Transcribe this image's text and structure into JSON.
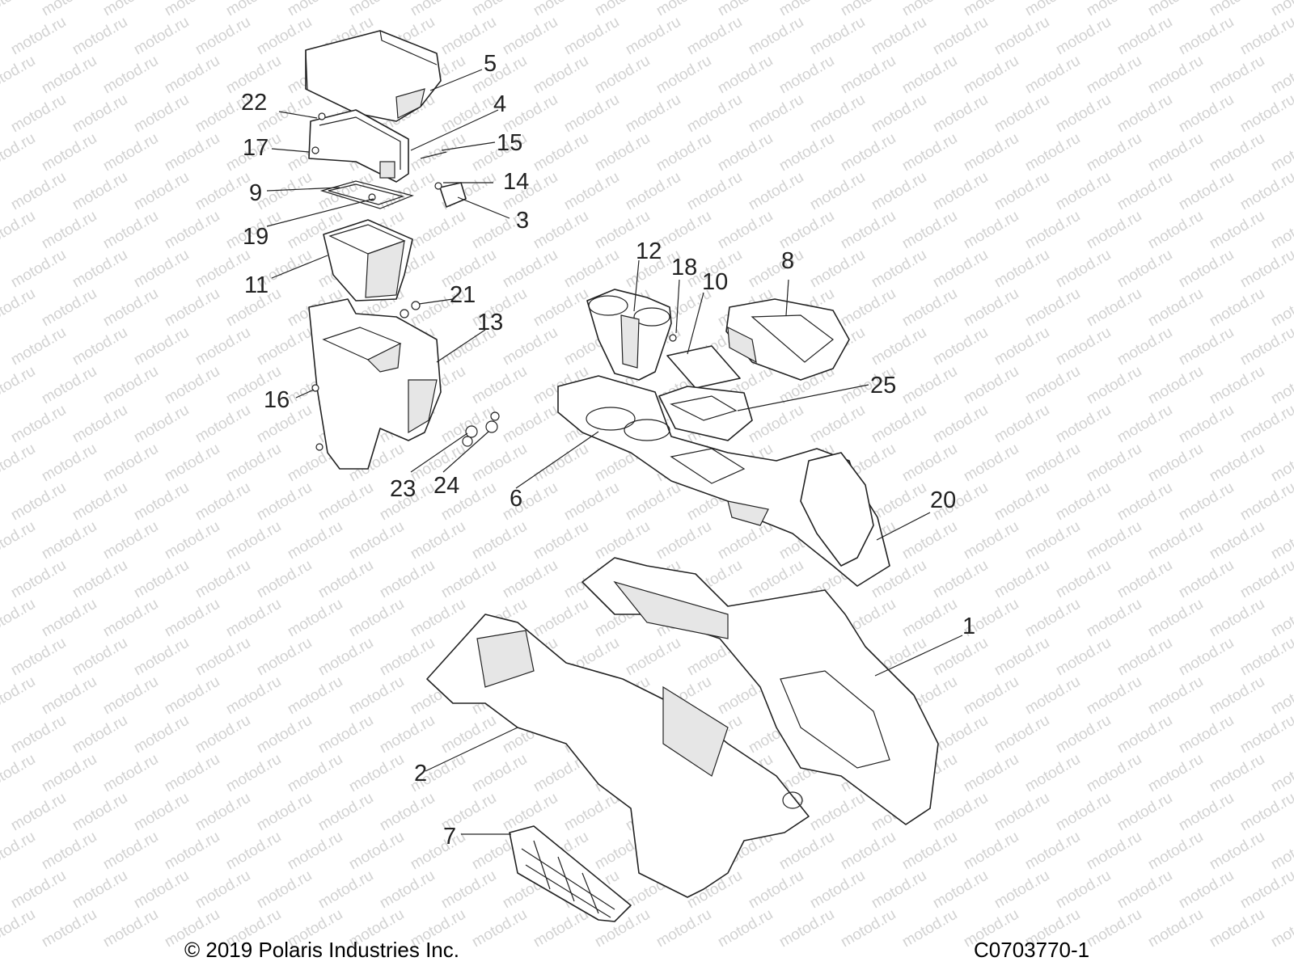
{
  "watermark": "motod.ru",
  "footer": {
    "copyright": "© 2019 Polaris Industries Inc.",
    "drawing_number": "C0703770-1"
  },
  "callouts": [
    {
      "id": "5",
      "label": "5"
    },
    {
      "id": "22",
      "label": "22"
    },
    {
      "id": "4",
      "label": "4"
    },
    {
      "id": "17",
      "label": "17"
    },
    {
      "id": "15",
      "label": "15"
    },
    {
      "id": "9",
      "label": "9"
    },
    {
      "id": "14",
      "label": "14"
    },
    {
      "id": "3",
      "label": "3"
    },
    {
      "id": "19",
      "label": "19"
    },
    {
      "id": "11",
      "label": "11"
    },
    {
      "id": "12",
      "label": "12"
    },
    {
      "id": "18",
      "label": "18"
    },
    {
      "id": "10",
      "label": "10"
    },
    {
      "id": "8",
      "label": "8"
    },
    {
      "id": "21",
      "label": "21"
    },
    {
      "id": "13",
      "label": "13"
    },
    {
      "id": "25",
      "label": "25"
    },
    {
      "id": "16",
      "label": "16"
    },
    {
      "id": "23",
      "label": "23"
    },
    {
      "id": "24",
      "label": "24"
    },
    {
      "id": "6",
      "label": "6"
    },
    {
      "id": "20",
      "label": "20"
    },
    {
      "id": "1",
      "label": "1"
    },
    {
      "id": "2",
      "label": "2"
    },
    {
      "id": "7",
      "label": "7"
    }
  ]
}
